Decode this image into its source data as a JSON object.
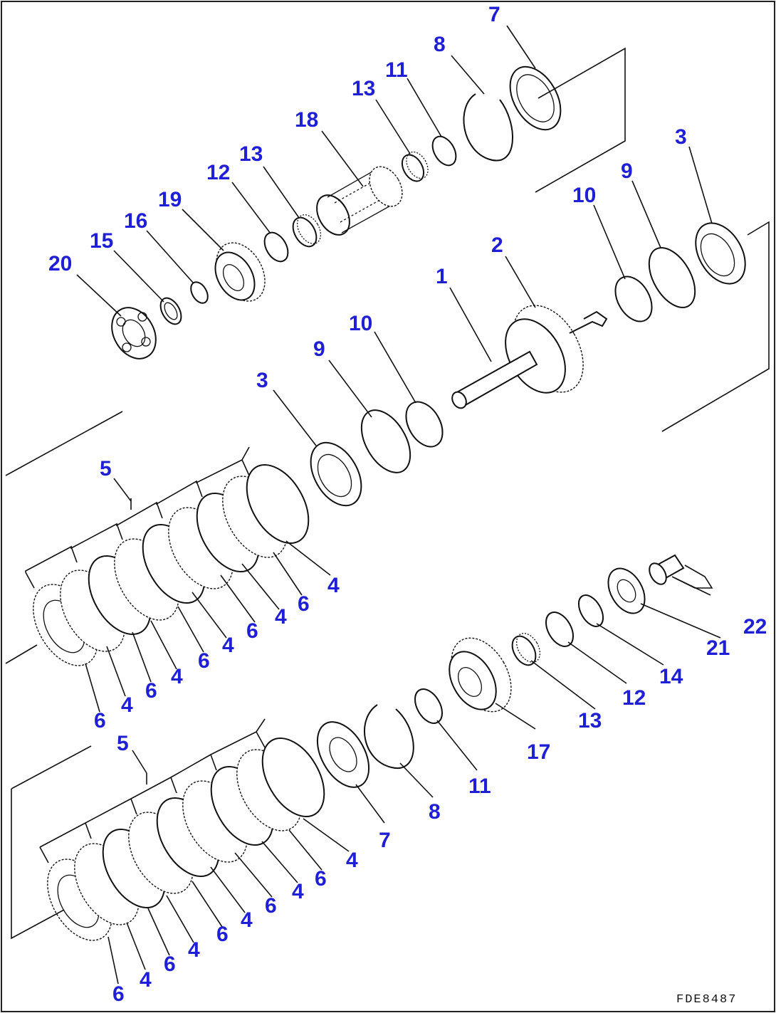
{
  "drawing_code": "FDE8487",
  "callouts": [
    {
      "id": "c7a",
      "text": "7"
    },
    {
      "id": "c8a",
      "text": "8"
    },
    {
      "id": "c11a",
      "text": "11"
    },
    {
      "id": "c13a",
      "text": "13"
    },
    {
      "id": "c18",
      "text": "18"
    },
    {
      "id": "c13b",
      "text": "13"
    },
    {
      "id": "c12a",
      "text": "12"
    },
    {
      "id": "c19",
      "text": "19"
    },
    {
      "id": "c16",
      "text": "16"
    },
    {
      "id": "c15",
      "text": "15"
    },
    {
      "id": "c20",
      "text": "20"
    },
    {
      "id": "c3a",
      "text": "3"
    },
    {
      "id": "c9a",
      "text": "9"
    },
    {
      "id": "c10a",
      "text": "10"
    },
    {
      "id": "c2",
      "text": "2"
    },
    {
      "id": "c1",
      "text": "1"
    },
    {
      "id": "c10b",
      "text": "10"
    },
    {
      "id": "c9b",
      "text": "9"
    },
    {
      "id": "c3b",
      "text": "3"
    },
    {
      "id": "c5a",
      "text": "5"
    },
    {
      "id": "c4a",
      "text": "4"
    },
    {
      "id": "c6a",
      "text": "6"
    },
    {
      "id": "c4b",
      "text": "4"
    },
    {
      "id": "c6b",
      "text": "6"
    },
    {
      "id": "c4c",
      "text": "4"
    },
    {
      "id": "c6c",
      "text": "6"
    },
    {
      "id": "c4d",
      "text": "4"
    },
    {
      "id": "c6d",
      "text": "6"
    },
    {
      "id": "c4e",
      "text": "4"
    },
    {
      "id": "c6e",
      "text": "6"
    },
    {
      "id": "c22",
      "text": "22"
    },
    {
      "id": "c21",
      "text": "21"
    },
    {
      "id": "c14",
      "text": "14"
    },
    {
      "id": "c12b",
      "text": "12"
    },
    {
      "id": "c13c",
      "text": "13"
    },
    {
      "id": "c17",
      "text": "17"
    },
    {
      "id": "c11b",
      "text": "11"
    },
    {
      "id": "c8b",
      "text": "8"
    },
    {
      "id": "c7b",
      "text": "7"
    },
    {
      "id": "c5b",
      "text": "5"
    },
    {
      "id": "c4f",
      "text": "4"
    },
    {
      "id": "c6f",
      "text": "6"
    },
    {
      "id": "c4g",
      "text": "4"
    },
    {
      "id": "c6g",
      "text": "6"
    },
    {
      "id": "c4h",
      "text": "4"
    },
    {
      "id": "c6h",
      "text": "6"
    },
    {
      "id": "c4i",
      "text": "4"
    },
    {
      "id": "c6i",
      "text": "6"
    },
    {
      "id": "c4j",
      "text": "4"
    },
    {
      "id": "c6j",
      "text": "6"
    }
  ]
}
